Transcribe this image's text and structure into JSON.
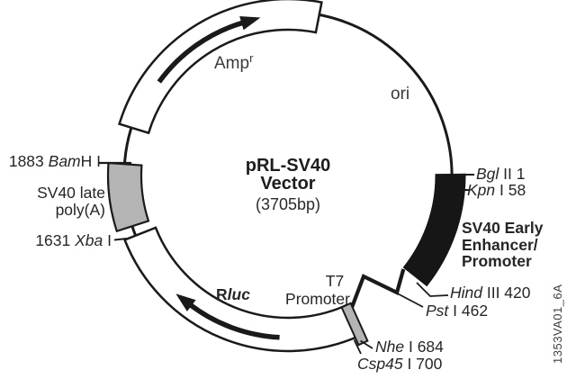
{
  "diagram": {
    "center_title": {
      "line1": "pRL-SV40",
      "line2": "Vector",
      "size": "(3705bp)"
    },
    "figure_code": "1353VA01_6A",
    "features": {
      "amp": {
        "text": "Amp",
        "sup": "r"
      },
      "ori": {
        "text": "ori"
      },
      "sv40_early": {
        "line1": "SV40 Early",
        "line2": "Enhancer/",
        "line3": "Promoter"
      },
      "sv40_late_polya": {
        "line1": "SV40 late",
        "line2": "poly(A)"
      },
      "t7_promoter": {
        "line1": "T7",
        "line2": "Promoter"
      },
      "rluc": {
        "bold": "R",
        "italic": "luc"
      }
    },
    "restriction_sites": {
      "bamh1": {
        "pre": "1883 ",
        "enzyme": "Bam",
        "post": "H I"
      },
      "xba1": {
        "pre": "1631 ",
        "enzyme": "Xba",
        "post": " I"
      },
      "bgl2": {
        "enzyme": "Bgl",
        "post": " II 1"
      },
      "kpn1": {
        "enzyme": "Kpn",
        "post": " I 58"
      },
      "hind3": {
        "enzyme": "Hind",
        "post": " III 420"
      },
      "pst1": {
        "enzyme": "Pst",
        "post": " I 462"
      },
      "nhe1": {
        "enzyme": "Nhe",
        "post": " I 684"
      },
      "csp45": {
        "enzyme": "Csp45",
        "post": " I 700"
      }
    },
    "colors": {
      "ink": "#1a1a1a",
      "gray_fill": "#b4b4b4",
      "label_gray": "#3a3a3a",
      "background": "#ffffff"
    }
  }
}
